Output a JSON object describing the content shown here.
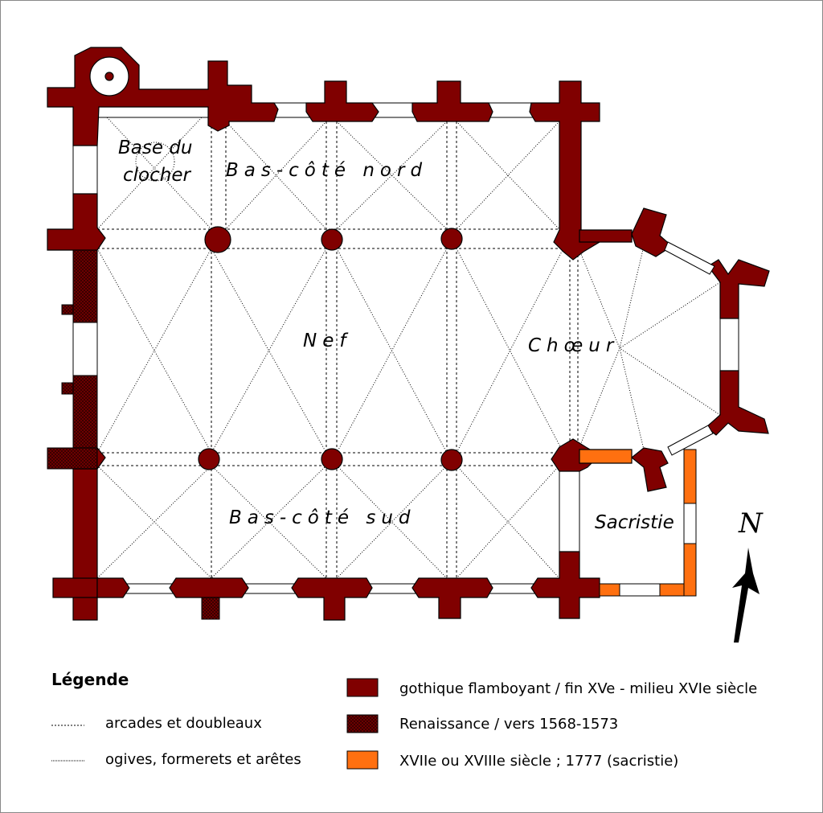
{
  "rooms": {
    "base_clocher_1": "Base du",
    "base_clocher_2": "clocher",
    "bas_cote_nord": "Bas-côté nord",
    "nef": "Nef",
    "choeur": "Chœur",
    "bas_cote_sud": "Bas-côté sud",
    "sacristie": "Sacristie"
  },
  "compass": {
    "label": "N",
    "icon": "north-arrow-icon"
  },
  "legend": {
    "title": "Légende",
    "lines": [
      {
        "label": "arcades et doubleaux"
      },
      {
        "label": "ogives, formerets et arêtes"
      }
    ],
    "periods": [
      {
        "label": "gothique flamboyant / fin XVe  - milieu XVIe siècle",
        "color": "#800000"
      },
      {
        "label": "Renaissance / vers 1568-1573",
        "color": "#5a0000"
      },
      {
        "label": "XVIIe ou XVIIIe siècle ; 1777 (sacristie)",
        "color": "#ff7010"
      }
    ]
  }
}
